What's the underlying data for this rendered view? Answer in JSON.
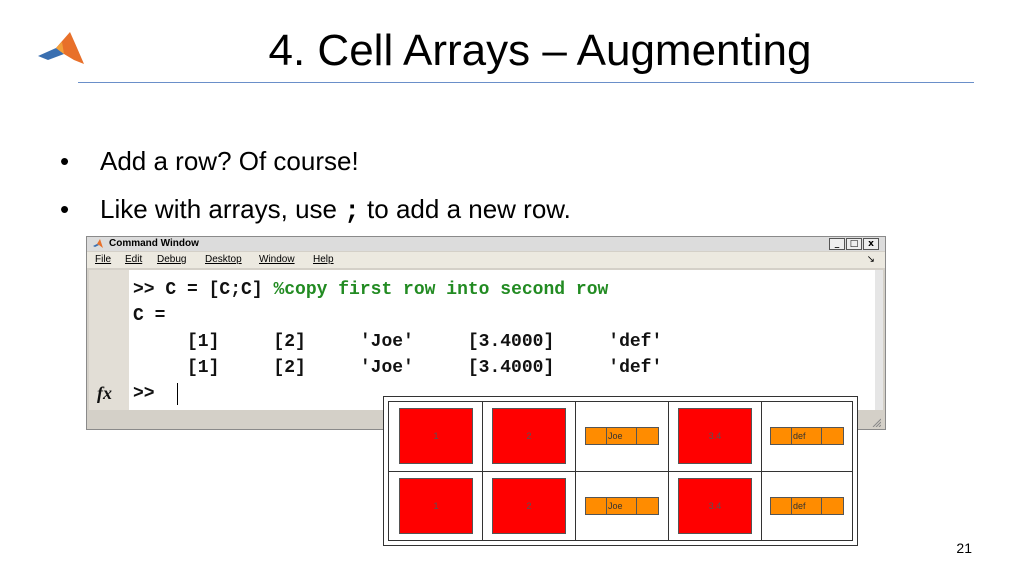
{
  "slide": {
    "title": "4. Cell Arrays – Augmenting",
    "logo_icon": "matlab-logo-icon",
    "page_number": "21"
  },
  "bullets": [
    {
      "marker": "•",
      "text": "Add a row? Of course!"
    },
    {
      "marker": "•",
      "text_before": "Like with arrays, use ",
      "code": ";",
      "text_after": " to add a new row."
    }
  ],
  "command_window": {
    "title": "Command Window",
    "menus": [
      "File",
      "Edit",
      "Debug",
      "Desktop",
      "Window",
      "Help"
    ],
    "window_buttons": [
      "_",
      "□",
      "x"
    ],
    "dock_symbol": "↘",
    "lines": [
      {
        "code": ">> C = [C;C] ",
        "comment": "%copy first row into second row"
      },
      {
        "code": "C ="
      },
      {
        "code": "     [1]     [2]     'Joe'     [3.4000]     'def'"
      },
      {
        "code": "     [1]     [2]     'Joe'     [3.4000]     'def'"
      }
    ],
    "fx_label": "fx",
    "prompt": ">>"
  },
  "cellplot": {
    "rows": [
      [
        {
          "kind": "numeric",
          "label": "1"
        },
        {
          "kind": "numeric",
          "label": "2"
        },
        {
          "kind": "string",
          "label": "Joe"
        },
        {
          "kind": "numeric",
          "label": "3.4"
        },
        {
          "kind": "string",
          "label": "def"
        }
      ],
      [
        {
          "kind": "numeric",
          "label": "1"
        },
        {
          "kind": "numeric",
          "label": "2"
        },
        {
          "kind": "string",
          "label": "Joe"
        },
        {
          "kind": "numeric",
          "label": "3.4"
        },
        {
          "kind": "string",
          "label": "def"
        }
      ]
    ],
    "colors": {
      "numeric": "#ff0000",
      "string": "#ff8c00"
    }
  },
  "colors": {
    "comment": "#228b22",
    "title_rule": "#6a8fc9"
  }
}
